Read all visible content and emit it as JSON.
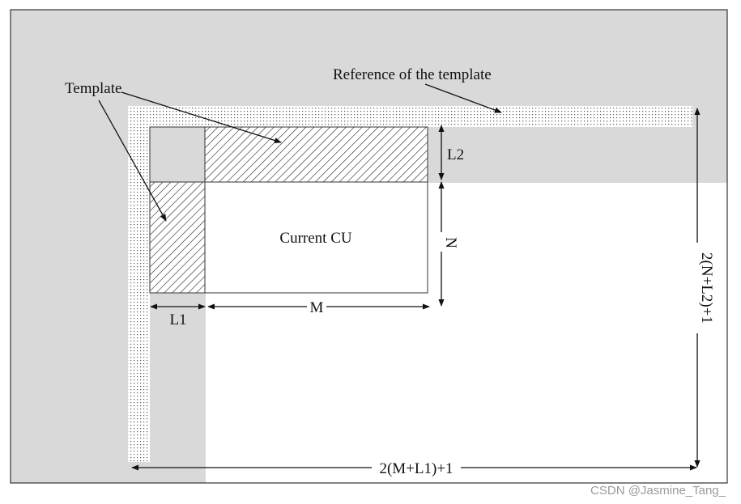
{
  "diagram": {
    "labels": {
      "template": "Template",
      "reference": "Reference of the template",
      "current_cu": "Current CU",
      "l2": "L2",
      "n": "N",
      "l1": "L1",
      "m": "M",
      "height_formula": "2(N+L2)+1",
      "width_formula": "2(M+L1)+1"
    },
    "watermark": "CSDN @Jasmine_Tang_",
    "colors": {
      "background": "#ffffff",
      "shaded_region": "#d9d9d9",
      "border": "#333333",
      "line": "#111111"
    }
  }
}
